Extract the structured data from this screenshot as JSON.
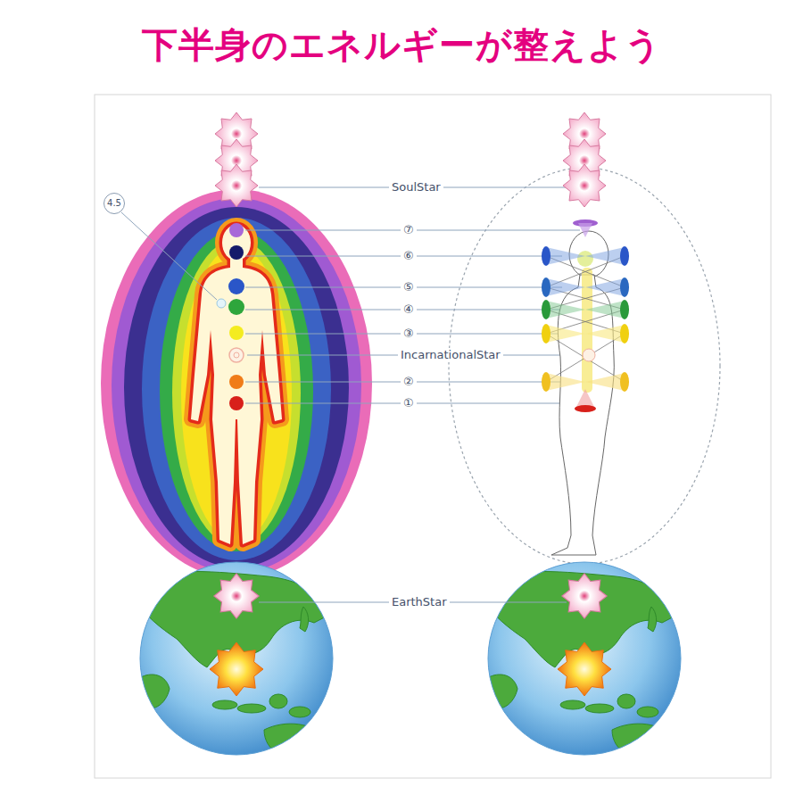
{
  "diagram": {
    "title": "下半身のエネルギーが整えよう",
    "nodes": [
      {
        "text": [
          "4.5"
        ]
      }
    ],
    "labels": [
      "SoulStar",
      "⑦",
      "⑥",
      "⑤",
      "④",
      "③",
      "IncarnationalStar",
      "②",
      "①",
      "EarthStar"
    ]
  }
}
